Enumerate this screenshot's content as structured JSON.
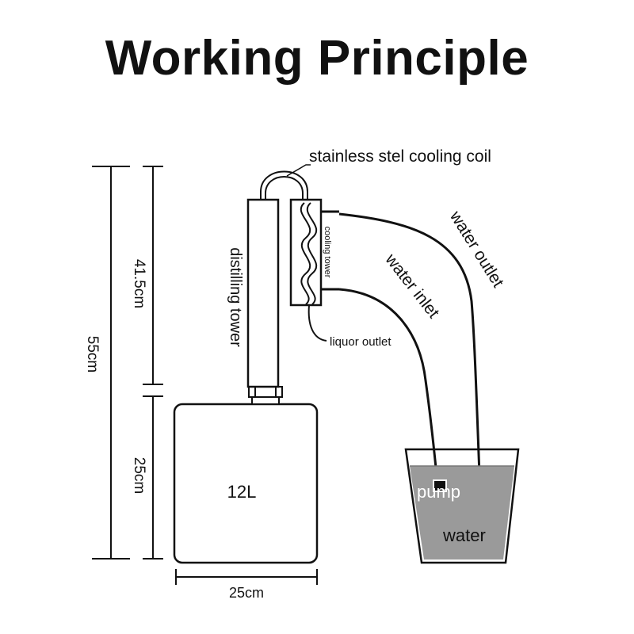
{
  "title": "Working Principle",
  "labels": {
    "cooling_coil": "stainless stel cooling coil",
    "distilling_tower": "distilling tower",
    "cooling_tower": "cooling tower",
    "liquor_outlet": "liquor outlet",
    "water_inlet": "water inlet",
    "water_outlet": "water outlet",
    "pump": "pump",
    "water": "water",
    "tank_volume": "12L"
  },
  "dimensions": {
    "total_height": "55cm",
    "tower_height": "41.5cm",
    "tank_height": "25cm",
    "tank_width": "25cm"
  },
  "colors": {
    "line": "#111111",
    "water_fill": "#9a9a9a",
    "background": "#ffffff"
  }
}
